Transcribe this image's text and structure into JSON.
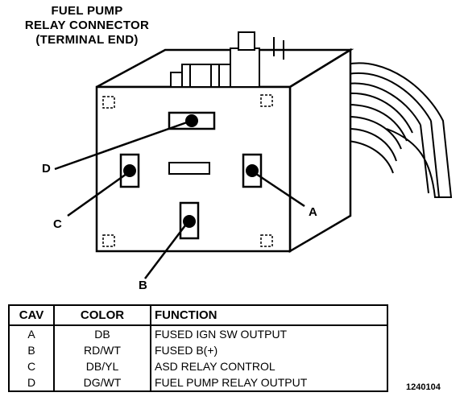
{
  "title_lines": [
    "FUEL PUMP",
    "RELAY CONNECTOR",
    "(TERMINAL END)"
  ],
  "callouts": {
    "a": "A",
    "b": "B",
    "c": "C",
    "d": "D"
  },
  "table": {
    "headers": {
      "cav": "CAV",
      "color": "COLOR",
      "function": "FUNCTION"
    },
    "rows": [
      {
        "cav": "A",
        "color": "DB",
        "function": "FUSED IGN SW OUTPUT"
      },
      {
        "cav": "B",
        "color": "RD/WT",
        "function": "FUSED B(+)"
      },
      {
        "cav": "C",
        "color": "DB/YL",
        "function": "ASD RELAY CONTROL"
      },
      {
        "cav": "D",
        "color": "DG/WT",
        "function": "FUEL PUMP RELAY OUTPUT"
      }
    ]
  },
  "figure_number": "1240104"
}
